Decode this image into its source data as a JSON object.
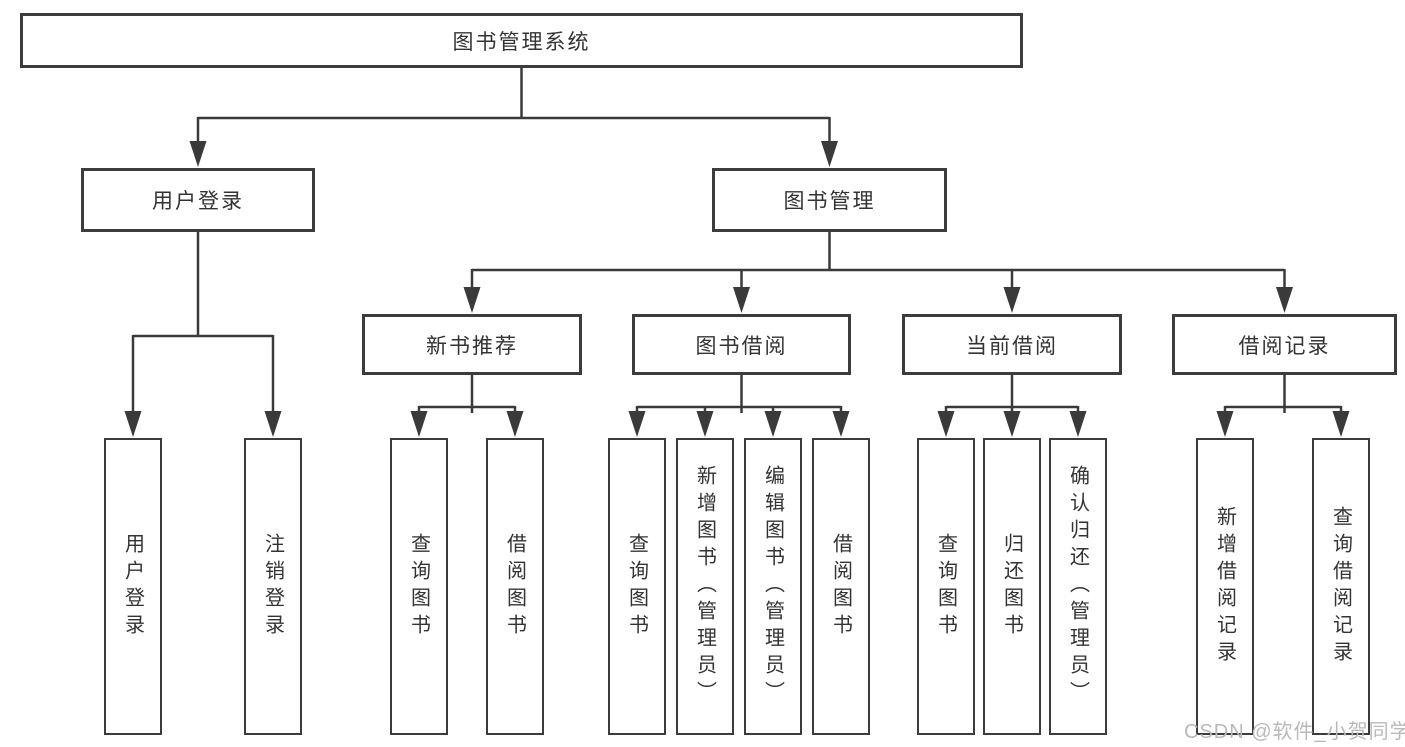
{
  "diagram": {
    "root": {
      "label": "图书管理系统"
    },
    "branches": [
      {
        "label": "用户登录",
        "children": [
          {
            "label": "用户登录"
          },
          {
            "label": "注销登录"
          }
        ]
      },
      {
        "label": "图书管理",
        "children": [
          {
            "label": "新书推荐",
            "children": [
              {
                "label": "查询图书"
              },
              {
                "label": "借阅图书"
              }
            ]
          },
          {
            "label": "图书借阅",
            "children": [
              {
                "label": "查询图书"
              },
              {
                "label": "新增图书（管理员）"
              },
              {
                "label": "编辑图书（管理员）"
              },
              {
                "label": "借阅图书"
              }
            ]
          },
          {
            "label": "当前借阅",
            "children": [
              {
                "label": "查询图书"
              },
              {
                "label": "归还图书"
              },
              {
                "label": "确认归还（管理员）"
              }
            ]
          },
          {
            "label": "借阅记录",
            "children": [
              {
                "label": "新增借阅记录"
              },
              {
                "label": "查询借阅记录"
              }
            ]
          }
        ]
      }
    ]
  },
  "watermark": {
    "text": "CSDN @软件_小贺同学"
  },
  "colors": {
    "line": "#3a3a3a",
    "box_border": "#3c3c3c",
    "text": "#333333",
    "watermark": "#b9b9b9",
    "background": "#ffffff"
  }
}
